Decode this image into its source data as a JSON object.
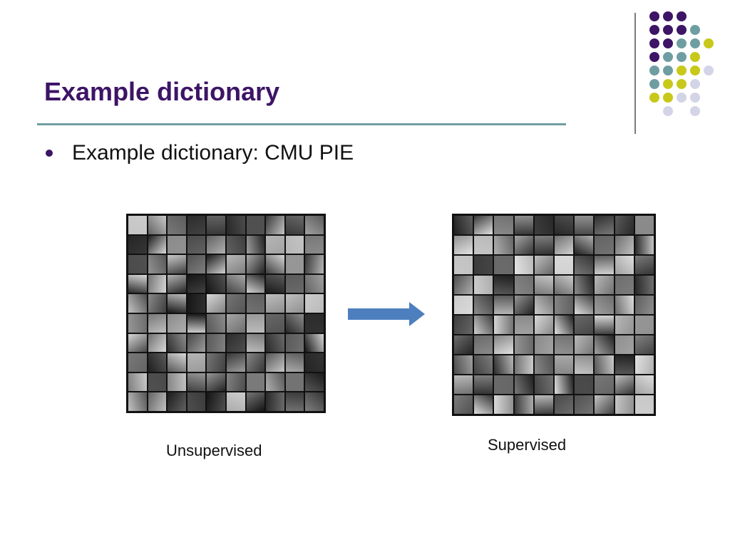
{
  "slide": {
    "title": "Example dictionary",
    "bullet": "Example dictionary: CMU PIE",
    "caption_left": "Unsupervised",
    "caption_right": "Supervised"
  },
  "theme": {
    "dot_colors": [
      "#3d1466",
      "#6f9ea2",
      "#c8c81a",
      "#d4d4e8"
    ]
  }
}
